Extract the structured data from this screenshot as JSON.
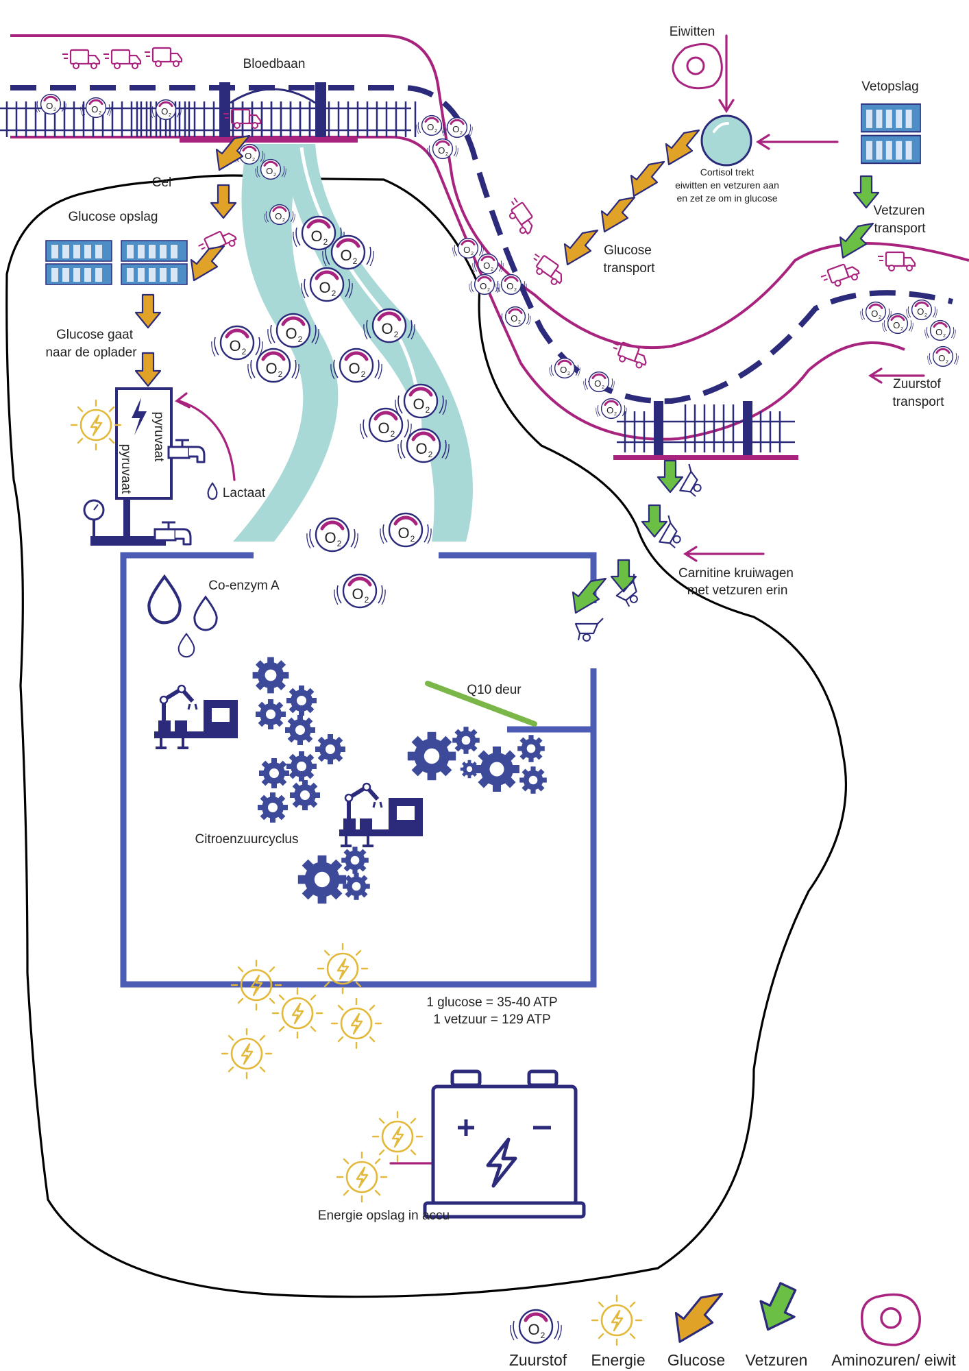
{
  "labels": {
    "bloedbaan": "Bloedbaan",
    "cel": "Cel",
    "eiwitten": "Eiwitten",
    "vetopslag": "Vetopslag",
    "cortisol_1": "Cortisol trekt",
    "cortisol_2": "eiwitten en vetzuren aan",
    "cortisol_3": "en zet ze om in glucose",
    "glucose_transport_1": "Glucose",
    "glucose_transport_2": "transport",
    "vetzuren_transport_1": "Vetzuren",
    "vetzuren_transport_2": "transport",
    "zuurstof_transport_1": "Zuurstof",
    "zuurstof_transport_2": "transport",
    "glucose_opslag": "Glucose opslag",
    "glucose_gaat_1": "Glucose gaat",
    "glucose_gaat_2": "naar de oplader",
    "pyruvaat_1": "pyruvaat",
    "pyruvaat_2": "pyruvaat",
    "lactaat": "Lactaat",
    "co_enzym": "Co-enzym A",
    "carnitine_1": "Carnitine kruiwagen",
    "carnitine_2": "met vetzuren erin",
    "q10": "Q10 deur",
    "citroenzuur": "Citroenzuurcyclus",
    "atp_1": "1 glucose = 35-40 ATP",
    "atp_2": "1 vetzuur = 129 ATP",
    "accu": "Energie opslag in accu",
    "o2": "O",
    "o2_sub": "2"
  },
  "legend": [
    {
      "label": "Zuurstof",
      "icon": "oxygen-icon"
    },
    {
      "label": "Energie",
      "icon": "energy-icon"
    },
    {
      "label": "Glucose",
      "icon": "glucose-arrow-icon"
    },
    {
      "label": "Vetzuren",
      "icon": "fatty-acid-arrow-icon"
    },
    {
      "label": "Aminozuren/ eiwit",
      "icon": "egg-icon"
    }
  ],
  "colors": {
    "magenta": "#a8237e",
    "navy": "#2c2a7a",
    "blue": "#4c5bb4",
    "teal": "#a9d9d6",
    "gold": "#e2b93a",
    "orange": "#e1a228",
    "green": "#6bbf45",
    "q10_green": "#7ab648"
  }
}
